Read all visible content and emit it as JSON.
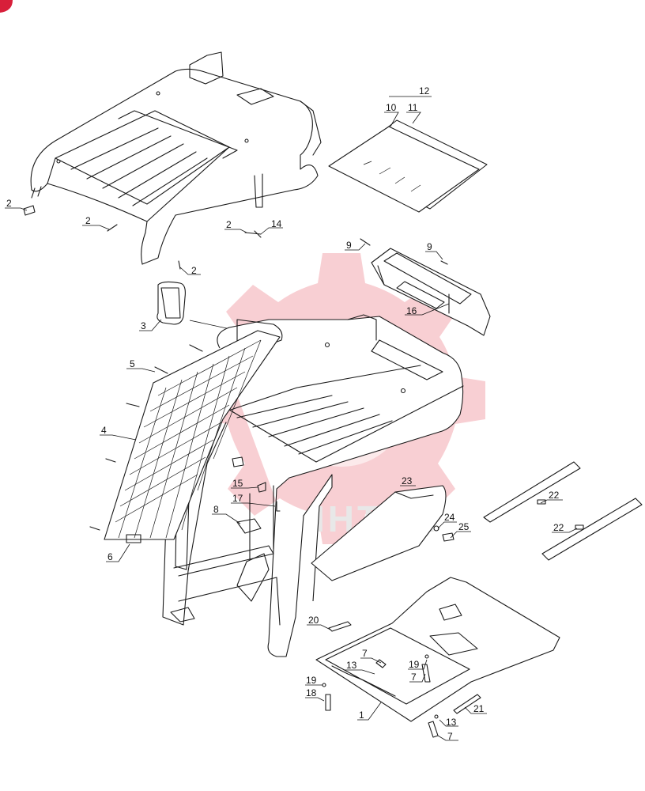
{
  "diagram": {
    "watermark_text": "IHTEX",
    "callouts": [
      {
        "label": "2"
      },
      {
        "label": "2"
      },
      {
        "label": "2"
      },
      {
        "label": "14"
      },
      {
        "label": "2"
      },
      {
        "label": "12"
      },
      {
        "label": "10"
      },
      {
        "label": "11"
      },
      {
        "label": "9"
      },
      {
        "label": "9"
      },
      {
        "label": "16"
      },
      {
        "label": "3"
      },
      {
        "label": "5"
      },
      {
        "label": "4"
      },
      {
        "label": "15"
      },
      {
        "label": "17"
      },
      {
        "label": "8"
      },
      {
        "label": "6"
      },
      {
        "label": "23"
      },
      {
        "label": "24"
      },
      {
        "label": "25"
      },
      {
        "label": "22"
      },
      {
        "label": "22"
      },
      {
        "label": "20"
      },
      {
        "label": "7"
      },
      {
        "label": "13"
      },
      {
        "label": "19"
      },
      {
        "label": "7"
      },
      {
        "label": "19"
      },
      {
        "label": "18"
      },
      {
        "label": "1"
      },
      {
        "label": "21"
      },
      {
        "label": "13"
      },
      {
        "label": "7"
      }
    ]
  }
}
